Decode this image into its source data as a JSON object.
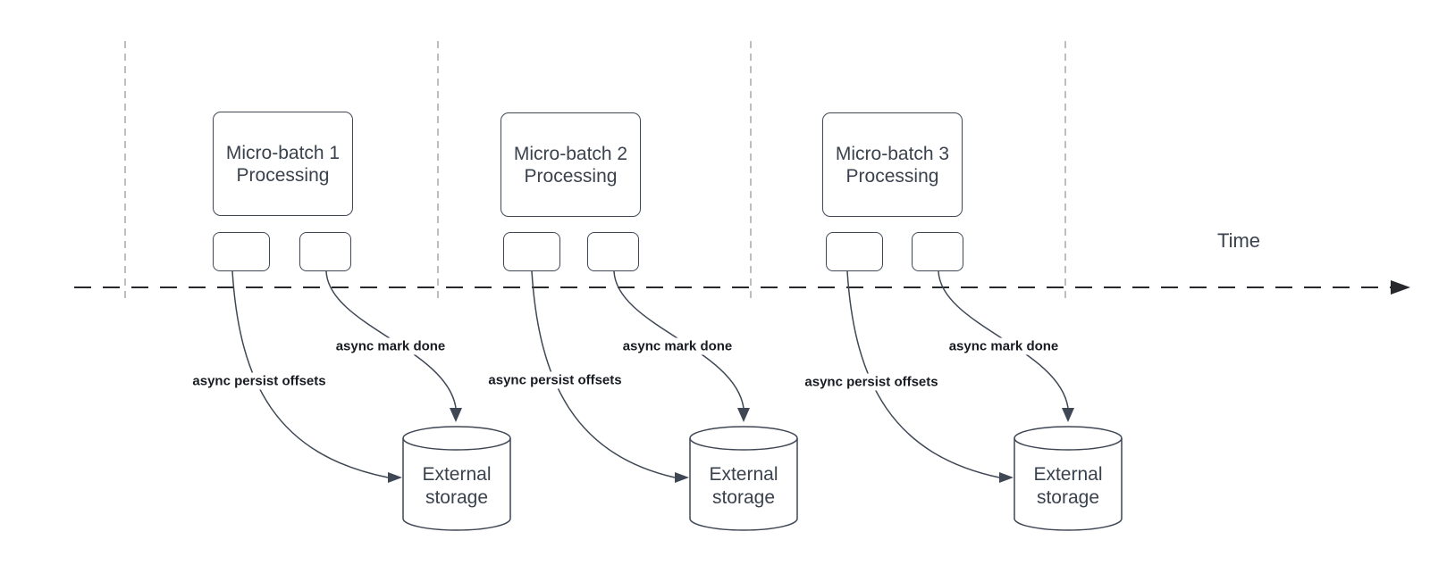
{
  "colors": {
    "shape_stroke": "#3f4755",
    "shape_text": "#3a424d",
    "bold_label": "#181c22",
    "axis_color": "#26282b",
    "guide_color": "#a8a8a8",
    "background": "#ffffff"
  },
  "time_axis": {
    "label": "Time"
  },
  "batches": [
    {
      "box_line1": "Micro-batch 1",
      "box_line2": "Processing",
      "persist_label": "async persist offsets",
      "mark_done_label": "async mark done",
      "storage_line1": "External",
      "storage_line2": "storage"
    },
    {
      "box_line1": "Micro-batch 2",
      "box_line2": "Processing",
      "persist_label": "async persist offsets",
      "mark_done_label": "async mark done",
      "storage_line1": "External",
      "storage_line2": "storage"
    },
    {
      "box_line1": "Micro-batch 3",
      "box_line2": "Processing",
      "persist_label": "async persist offsets",
      "mark_done_label": "async mark done",
      "storage_line1": "External",
      "storage_line2": "storage"
    }
  ]
}
